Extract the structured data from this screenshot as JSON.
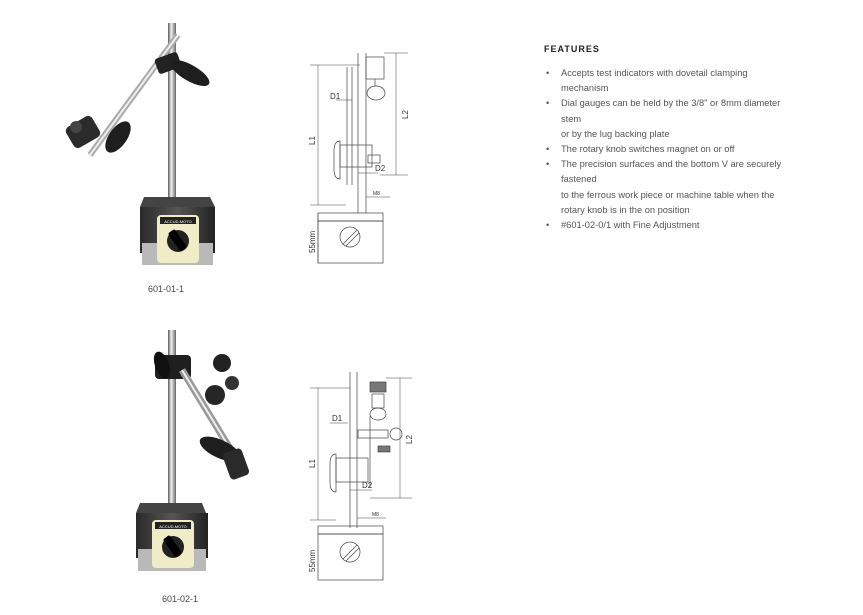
{
  "products": [
    {
      "code": "601-01-1",
      "brand": "ACCUD-MOTO"
    },
    {
      "code": "601-02-1",
      "brand": "ACCUD-MOTO"
    }
  ],
  "drawing_labels": {
    "d1": "D1",
    "d2": "D2",
    "l1": "L1",
    "l2": "L2",
    "m8": "M8",
    "h55": "55mm"
  },
  "features": {
    "title": "FEATURES",
    "items": [
      {
        "bullet": "•",
        "lines": [
          "Accepts test indicators with dovetail clamping",
          "mechanism"
        ]
      },
      {
        "bullet": "•",
        "lines": [
          "Dial gauges can be held by the 3/8\" or 8mm diameter",
          "stem",
          "or by the lug backing plate"
        ]
      },
      {
        "bullet": "•",
        "lines": [
          "The rotary knob switches magnet on or off"
        ]
      },
      {
        "bullet": "•",
        "lines": [
          "The precision surfaces and the bottom  V are securely",
          "fastened",
          "to the ferrous work piece or machine table when the",
          "rotary knob is in the on position"
        ]
      },
      {
        "bullet": "•",
        "lines": [
          "#601-02-0/1 with Fine Adjustment"
        ]
      }
    ]
  }
}
